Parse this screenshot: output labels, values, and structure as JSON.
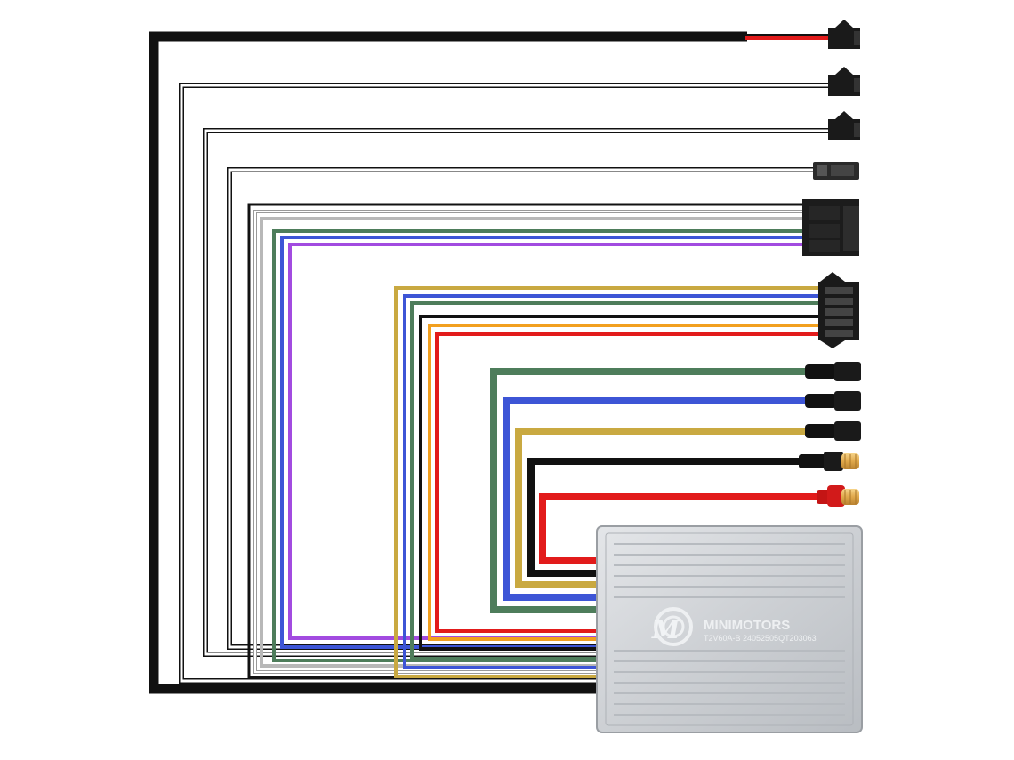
{
  "controller": {
    "brand": "MINIMOTORS",
    "model_line": "T2V60A-B 24052505QT203063",
    "body_color": "#cfd2d6",
    "rib_color": "#b7bbc0"
  },
  "wire_colors": {
    "black": "#111111",
    "red": "#e21b1b",
    "white": "#ffffff",
    "gray": "#b8b8b8",
    "green": "#4e7d5b",
    "blue": "#3d55d6",
    "purple": "#a24be0",
    "yellow": "#c9a941",
    "orange": "#f2a01f"
  },
  "connectors": [
    {
      "id": "power-switch",
      "type": "2-pin",
      "wires": [
        "black",
        "red"
      ]
    },
    {
      "id": "brake-1",
      "type": "2-pin",
      "wires": [
        "white",
        "white"
      ]
    },
    {
      "id": "brake-2",
      "type": "2-pin",
      "wires": [
        "white",
        "white"
      ]
    },
    {
      "id": "light",
      "type": "2-pin-small",
      "wires": [
        "white",
        "white"
      ]
    },
    {
      "id": "display",
      "type": "6-pin",
      "wires": [
        "black",
        "white",
        "gray",
        "green",
        "blue",
        "purple"
      ]
    },
    {
      "id": "hall-sensor",
      "type": "5-pin",
      "wires": [
        "yellow",
        "blue",
        "green",
        "black",
        "orange",
        "red"
      ]
    },
    {
      "id": "phase-green",
      "type": "bullet-female",
      "wires": [
        "green"
      ]
    },
    {
      "id": "phase-blue",
      "type": "bullet-female",
      "wires": [
        "blue"
      ]
    },
    {
      "id": "phase-yellow",
      "type": "bullet-female",
      "wires": [
        "yellow"
      ]
    },
    {
      "id": "battery-negative",
      "type": "xt-male",
      "wires": [
        "black"
      ]
    },
    {
      "id": "battery-positive",
      "type": "xt-male",
      "wires": [
        "red"
      ]
    }
  ]
}
